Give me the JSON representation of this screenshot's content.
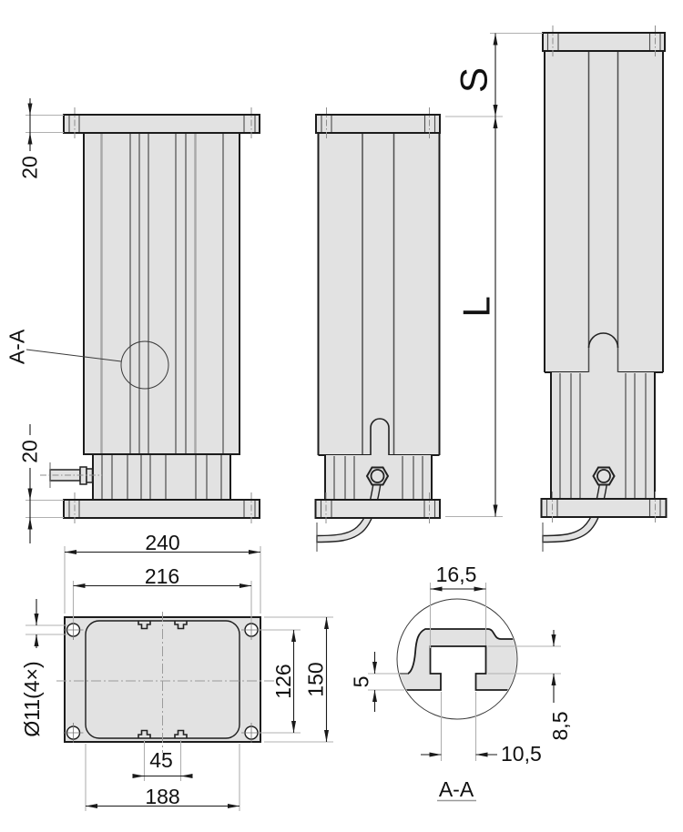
{
  "drawing": {
    "kind": "technical-drawing",
    "subject": "telescopic lifting column, three orthographic views, plan view and section detail",
    "colors": {
      "body_fill": "#e2e2e2",
      "outline": "#1c1c1c",
      "dimension": "#1a1a1a",
      "extension_line": "#b0b0b0",
      "center_line": "#9b9b9b",
      "background": "#ffffff"
    },
    "front_view": {
      "flange_thickness_top": "20",
      "flange_thickness_bottom": "20",
      "section_callout": "A-A"
    },
    "elevation": {
      "stroke_label": "S",
      "length_label": "L"
    },
    "plan_view": {
      "overall_width": "240",
      "hole_pitch_width": "216",
      "hole_pitch_depth": "126",
      "overall_depth": "150",
      "slot_pitch": "45",
      "profile_width": "188",
      "hole_note": "Ø11(4×)"
    },
    "section_view": {
      "title": "A-A",
      "groove_width": "16,5",
      "lip_height": "5",
      "groove_depth": "8,5",
      "slot_opening": "10,5"
    }
  }
}
